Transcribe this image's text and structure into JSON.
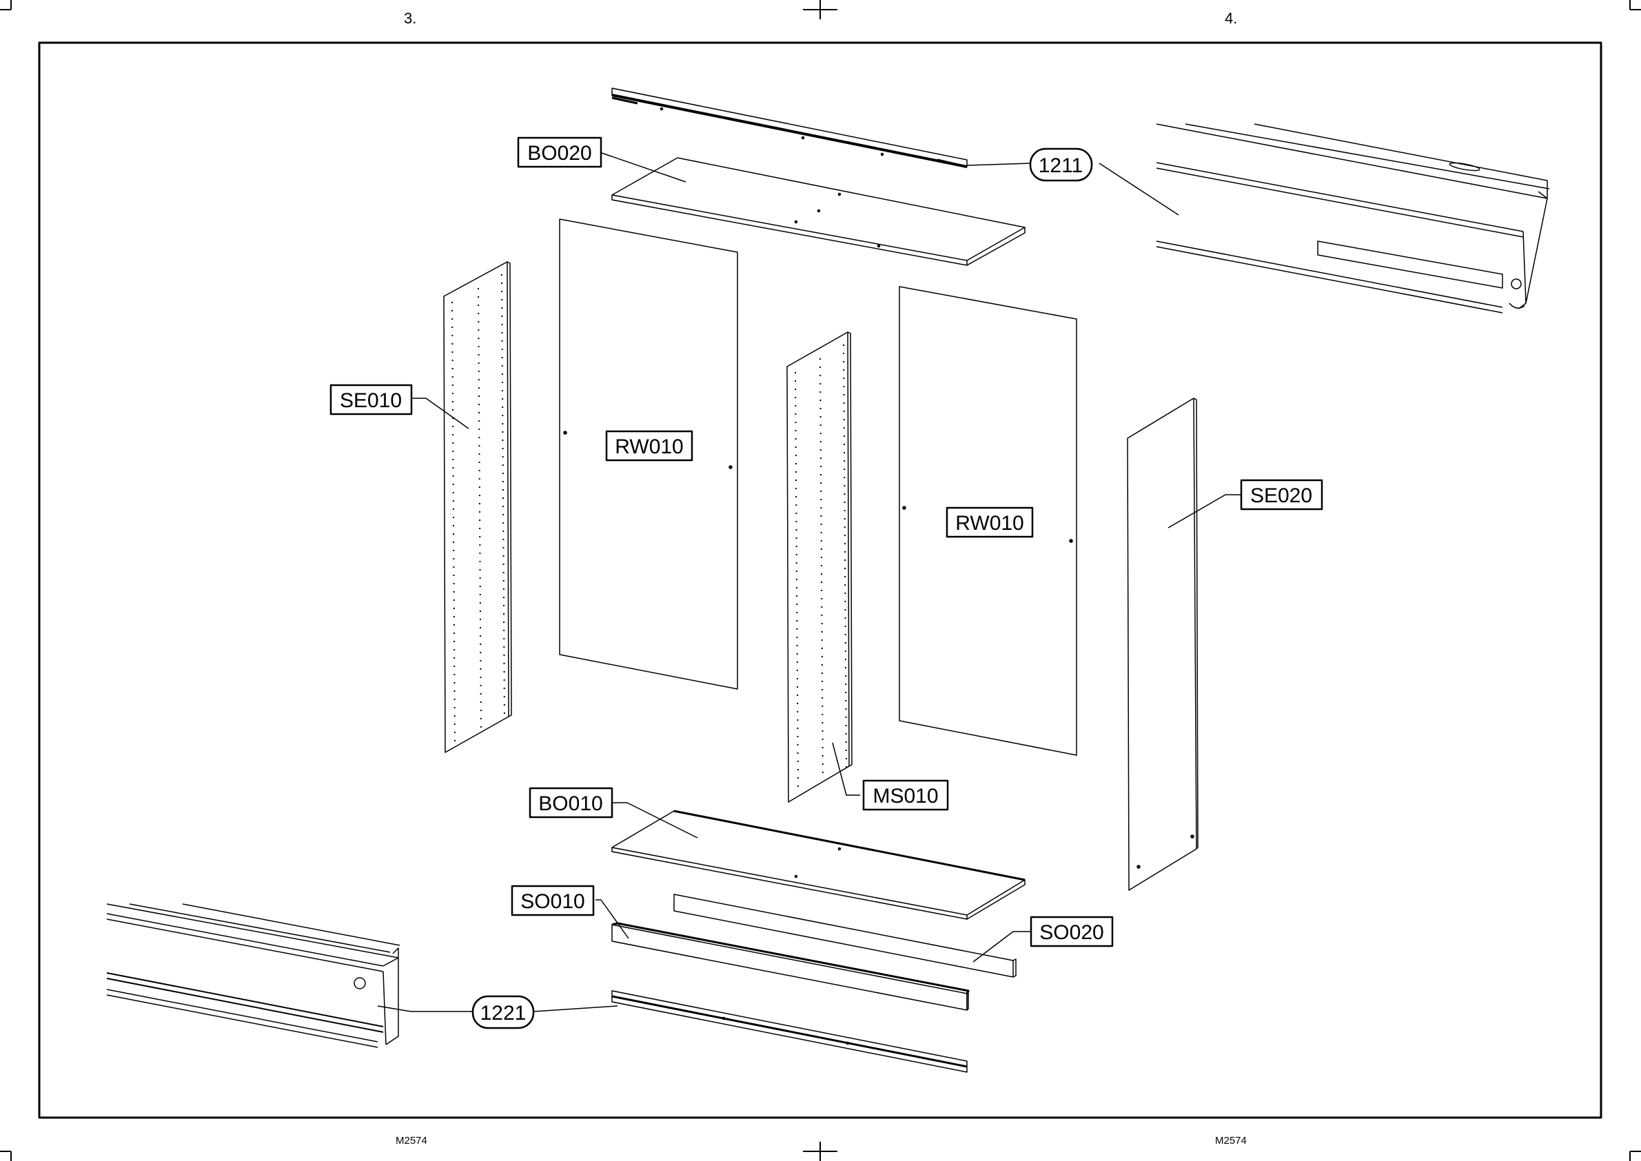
{
  "header": {
    "page_left": "3.",
    "page_right": "4."
  },
  "footer": {
    "code_left": "M2574",
    "code_right": "M2574"
  },
  "labels": {
    "bo020": "BO020",
    "se010": "SE010",
    "rw010_left": "RW010",
    "rw010_right": "RW010",
    "se020": "SE020",
    "ms010": "MS010",
    "bo010": "BO010",
    "so010": "SO010",
    "so020": "SO020"
  },
  "callouts": {
    "top_rail": "1211",
    "bottom_rail": "1221"
  }
}
